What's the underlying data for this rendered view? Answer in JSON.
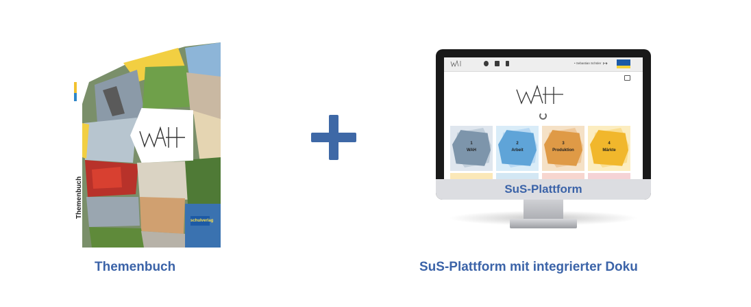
{
  "book": {
    "spine_text": "Themenbuch",
    "logo_text": "WAH",
    "publisher": "schulverlag"
  },
  "platform": {
    "nav_user": "• Sebastian Schüler",
    "logo_text": "WAH",
    "tiles": [
      {
        "number": "1",
        "label": "WAH",
        "bg": "#dfe6ee",
        "shape": "#7d95ab"
      },
      {
        "number": "2",
        "label": "Arbeit",
        "bg": "#d9ecf8",
        "shape": "#5fa4d8"
      },
      {
        "number": "3",
        "label": "Produktion",
        "bg": "#f5e1c6",
        "shape": "#df9a46"
      },
      {
        "number": "4",
        "label": "Märkte",
        "bg": "#fcedc0",
        "shape": "#f1b72c"
      }
    ],
    "monitor_label": "SuS-Plattform"
  },
  "captions": {
    "book": "Themenbuch",
    "platform": "SuS-Plattform mit integrierter Doku"
  },
  "colors": {
    "accent": "#3b63a8",
    "plus": "#3e68a6"
  }
}
